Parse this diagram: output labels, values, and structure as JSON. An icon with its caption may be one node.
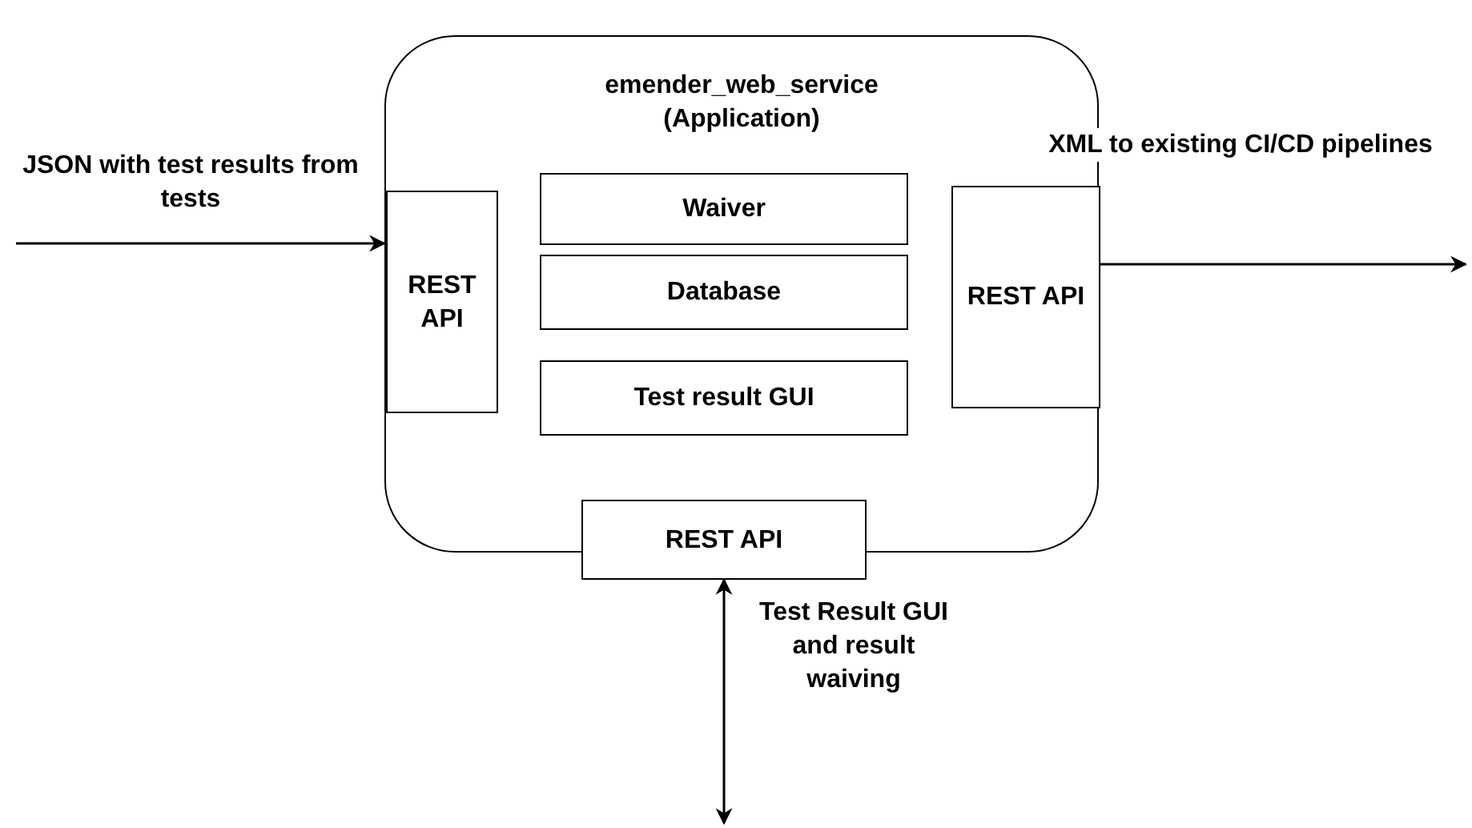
{
  "diagram": {
    "nodes": [
      {
        "text": [
          "emender_web_service (Application)"
        ]
      },
      {
        "text": [
          "REST API"
        ],
        "in": 0
      },
      {
        "text": [
          "Waiver"
        ],
        "in": 0
      },
      {
        "text": [
          "Database"
        ],
        "in": 0
      },
      {
        "text": [
          "Test result GUI"
        ],
        "in": 0
      },
      {
        "text": [
          "REST API"
        ],
        "in": 0
      },
      {
        "text": [
          "REST API"
        ]
      }
    ],
    "edges": [
      {
        "from": null,
        "to": 1,
        "arrow": "to",
        "label": "JSON with test results from tests"
      },
      {
        "from": 5,
        "to": null,
        "arrow": "to",
        "label": "XML to existing CI/CD pipelines"
      },
      {
        "from": 6,
        "to": null,
        "arrow": "both",
        "label": "Test Result GUI and result waiving"
      }
    ]
  }
}
